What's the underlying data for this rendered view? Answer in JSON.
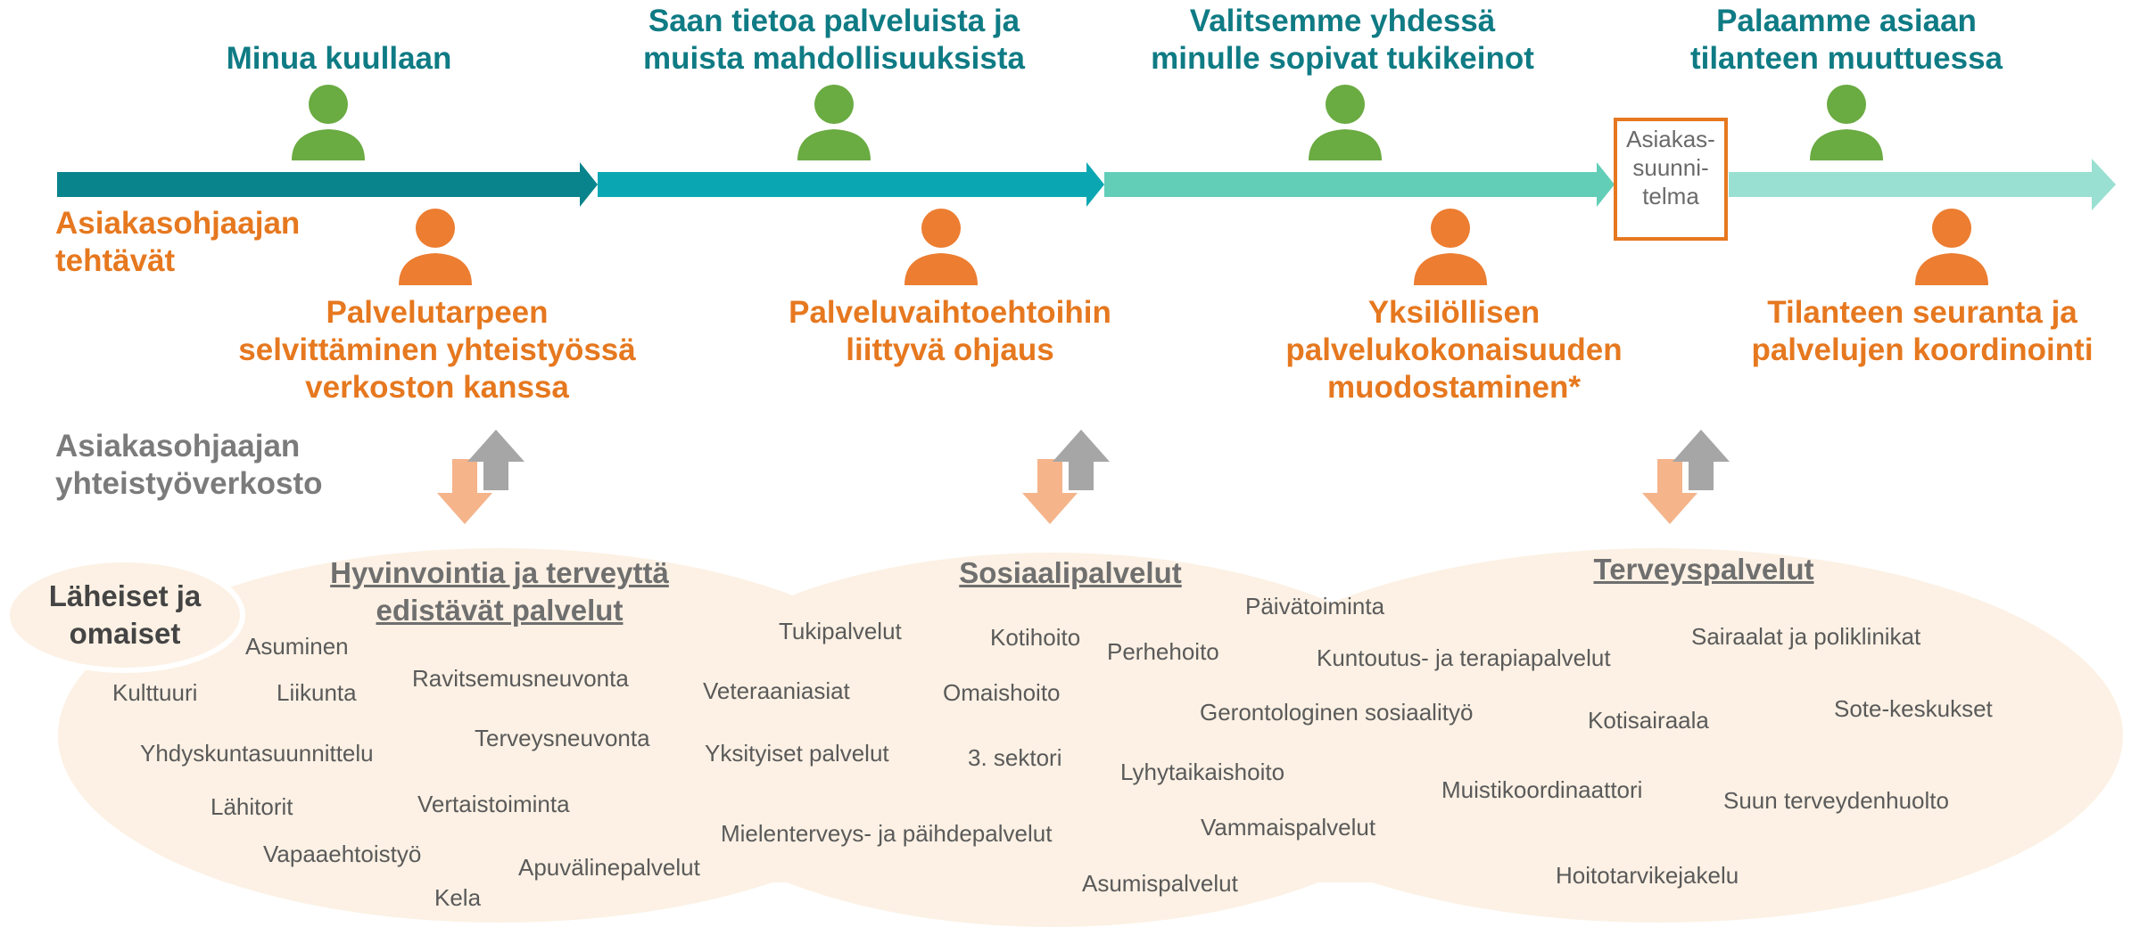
{
  "colors": {
    "teal_dark": "#0a848c",
    "teal_mid": "#0aa7b3",
    "teal_light": "#62ceb8",
    "teal_pale": "#99e0d2",
    "person_green": "#6aab42",
    "person_orange": "#ec7d31",
    "blob_fill": "#fcf1e4",
    "arrow_orange": "#f5b48a",
    "arrow_grey": "#a6a6a6"
  },
  "stages": [
    {
      "title": "Minua kuullaan",
      "task": "Palvelutarpeen\nselvittäminen yhteistyössä\nverkoston kanssa"
    },
    {
      "title": "Saan tietoa palveluista ja\nmuista mahdollisuuksista",
      "task": "Palveluvaihtoehtoihin\nliittyvä ohjaus"
    },
    {
      "title": "Valitsemme yhdessä\nminulle sopivat tukikeinot",
      "task": "Yksilöllisen\npalvelukokonaisuuden\nmuodostaminen*"
    },
    {
      "title": "Palaamme asiaan\ntilanteen muuttuessa",
      "task": "Tilanteen seuranta ja\npalvelujen koordinointi"
    }
  ],
  "plan_box": "Asiakas-\nsuunni-\ntelma",
  "labels": {
    "tasks_label": "Asiakasohjaajan\ntehtävät",
    "network_label": "Asiakasohjaajan\nyhteistyöverkosto"
  },
  "family": "Läheiset ja\nomaiset",
  "categories": {
    "wellbeing": {
      "title": "Hyvinvointia ja terveyttä\nedistävät palvelut",
      "items": [
        "Asuminen",
        "Kulttuuri",
        "Liikunta",
        "Ravitsemusneuvonta",
        "Yhdyskuntasuunnittelu",
        "Terveysneuvonta",
        "Lähitorit",
        "Vertaistoiminta",
        "Vapaaehtoistyö",
        "Apuvälinepalvelut",
        "Kela"
      ]
    },
    "social": {
      "title": "Sosiaalipalvelut",
      "items": [
        "Tukipalvelut",
        "Kotihoito",
        "Perhehoito",
        "Päivätoiminta",
        "Veteraaniasiat",
        "Omaishoito",
        "Yksityiset palvelut",
        "3. sektori",
        "Lyhytaikaishoito",
        "Mielenterveys- ja päihdepalvelut",
        "Vammaispalvelut",
        "Asumispalvelut",
        "Gerontologinen sosiaalityö"
      ]
    },
    "health": {
      "title": "Terveyspalvelut",
      "items": [
        "Kuntoutus- ja terapiapalvelut",
        "Sairaalat ja poliklinikat",
        "Sote-keskukset",
        "Kotisairaala",
        "Muistikoordinaattori",
        "Suun terveydenhuolto",
        "Hoitotarvikejakelu"
      ]
    }
  }
}
